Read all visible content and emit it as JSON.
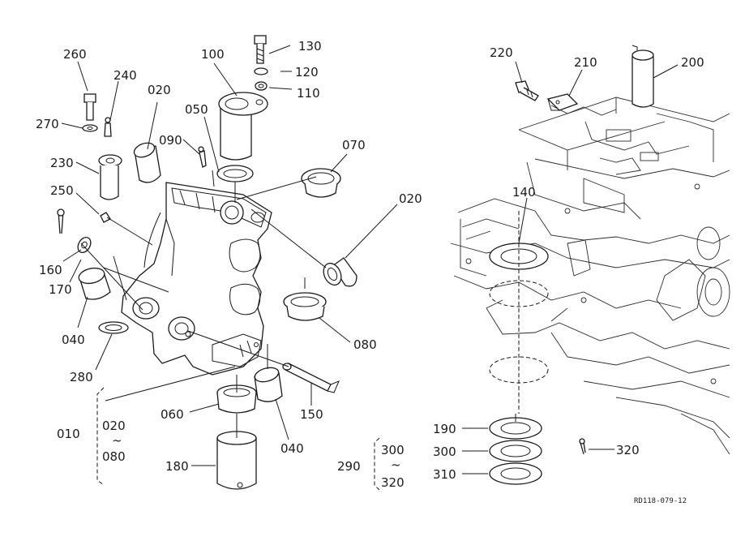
{
  "diagram": {
    "labels": {
      "p260": "260",
      "p240": "240",
      "p270": "270",
      "p230": "230",
      "p250": "250",
      "p160": "160",
      "p170": "170",
      "p040a": "040",
      "p280": "280",
      "p010": "010",
      "p020b": "020",
      "tilde1": "~",
      "p080b": "080",
      "p100": "100",
      "p130": "130",
      "p120": "120",
      "p110": "110",
      "p020a": "020",
      "p050": "050",
      "p090": "090",
      "p070": "070",
      "p020c": "020",
      "p080": "080",
      "p150": "150",
      "p060": "060",
      "p040b": "040",
      "p180": "180",
      "p290": "290",
      "p300a": "300",
      "tilde2": "~",
      "p320a": "320",
      "p220": "220",
      "p210": "210",
      "p200": "200",
      "p140": "140",
      "p190": "190",
      "p300b": "300",
      "p310": "310",
      "p320b": "320"
    },
    "reference_code": "RD118-079-12"
  }
}
